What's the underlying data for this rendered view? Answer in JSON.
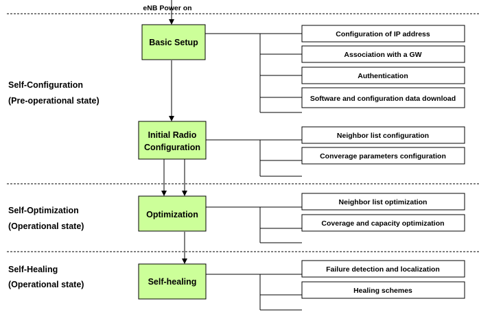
{
  "power_on_label": "eNB Power on",
  "phases": [
    {
      "title": "Self-Configuration",
      "subtitle": "(Pre-operational state)"
    },
    {
      "title": "Self-Optimization",
      "subtitle": "(Operational state)"
    },
    {
      "title": "Self-Healing",
      "subtitle": "(Operational state)"
    }
  ],
  "stages": {
    "basic_setup": {
      "label": [
        "Basic Setup"
      ],
      "tasks": [
        "Configuration of IP address",
        "Association with a GW",
        "Authentication",
        "Software and configuration data download"
      ]
    },
    "initial_radio": {
      "label": [
        "Initial Radio",
        "Configuration"
      ],
      "tasks": [
        "Neighbor list configuration",
        "Converage parameters configuration"
      ]
    },
    "optimization": {
      "label": [
        "Optimization"
      ],
      "tasks": [
        "Neighbor list optimization",
        "Coverage and capacity optimization"
      ]
    },
    "self_healing": {
      "label": [
        "Self-healing"
      ],
      "tasks": [
        "Failure detection and localization",
        "Healing schemes"
      ]
    }
  },
  "colors": {
    "stage_fill": "#ccff99",
    "line": "#000000"
  }
}
